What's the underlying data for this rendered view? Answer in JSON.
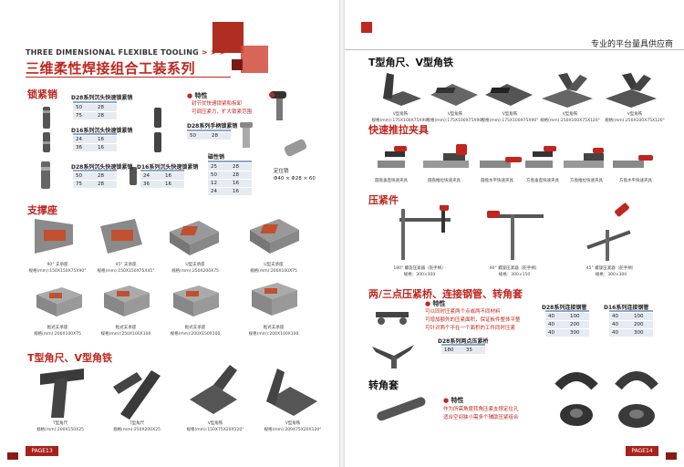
{
  "colors": {
    "accent": "#c0261e",
    "dark_red": "#8a1a14",
    "table_head": "#8fa7c9",
    "table_body": "#e6ebf3"
  },
  "left": {
    "title_en": "THREE DIMENSIONAL FLEXIBLE TOOLING",
    "title_arrows": "> > >",
    "title_cn": "三维柔性焊接组合工装系列",
    "sec_lock": "锁紧销",
    "d28_lock_title": "D28系列沉头快速锁紧销",
    "d28_lock_rows": [
      [
        "50",
        "28"
      ],
      [
        "75",
        "28"
      ]
    ],
    "d16_lock_title": "D16系列沉头快速锁紧销",
    "d16_lock_rows": [
      [
        "24",
        "16"
      ],
      [
        "36",
        "16"
      ]
    ],
    "d28_knob_title": "D28系列沉头快速锁紧销",
    "d28_knob_rows": [
      [
        "50",
        "28"
      ],
      [
        "75",
        "28"
      ]
    ],
    "d16_knob_title": "D16系列沉头快速锁紧销",
    "d16_knob_rows": [
      [
        "24",
        "16"
      ],
      [
        "36",
        "16"
      ]
    ],
    "feat_title": "特性",
    "feat_items": [
      "封节优快速锁紧和拆卸",
      "可调压紧力，扩大锁紧范围"
    ],
    "d28_handle_title": "D28系列手柄锁紧销",
    "d28_handle_rows": [
      [
        "50",
        "28"
      ]
    ],
    "mag_title": "磁性销",
    "mag_rows": [
      [
        "25",
        "28"
      ],
      [
        "50",
        "28"
      ],
      [
        "12",
        "16"
      ],
      [
        "24",
        "16"
      ]
    ],
    "locator_title": "定位销",
    "locator_spec": "Φ40 × Φ28 × 60",
    "sec_support": "支撑座",
    "support_caps": [
      [
        "90° 支承座",
        "规格(mm):150X150X75X90°"
      ],
      [
        "45° 支承座",
        "规格(mm):150X150X75X45°"
      ],
      [
        "U型支承座",
        "规格(mm):250X200X75"
      ],
      [
        "U型支承座",
        "规格(mm):200X100X75"
      ],
      [
        "框式支承座",
        "规格(mm):200X100X75"
      ],
      [
        "框式支承座",
        "规格(mm):250X100X100"
      ],
      [
        "框式支承座",
        "规格(mm):200X150X100"
      ],
      [
        "框式支承座",
        "规格(mm):200X100X100"
      ]
    ],
    "sec_tv": "T型角尺、V型角铁",
    "tv_caps": [
      [
        "T型角尺",
        "规格(mm):200X150X25"
      ],
      [
        "T型角尺",
        "规格(mm):250X200X25"
      ],
      [
        "V型角铁",
        "规格(mm):150X75X20X120°"
      ],
      [
        "V型角铁",
        "规格(mm):200X75X20X120°"
      ]
    ],
    "page": "PAGE13"
  },
  "right": {
    "tagline": "专业的平台量具供应商",
    "sec_tv": "T型角尺、V型角铁",
    "tv_caps": [
      [
        "V型角铁",
        "规格(mm):175X100X75X90°"
      ],
      [
        "V型角铁",
        "规格(mm):175X100X75X90°"
      ],
      [
        "V型角铁",
        "规格(mm):175X100X75X90°"
      ],
      [
        "V型角铁",
        "规格(mm):250X100X75X120°"
      ],
      [
        "V型角铁",
        "规格(mm):250X100X75X120°"
      ]
    ],
    "sec_clamp": "快速推拉夹具",
    "clamp_caps": [
      "圆盘垂直快速夹具",
      "圆盘推拉快速夹具",
      "圆盘水平快速夹具",
      "方盘垂直快速夹具",
      "方盘推拉快速夹具",
      "方盘水平快速夹具"
    ],
    "sec_press": "压紧件",
    "press_caps": [
      [
        "180° 螺旋压紧器（舵手柄）",
        "规格：300×300"
      ],
      [
        "90° 螺旋压紧器（舵手柄）",
        "规格：300×150"
      ],
      [
        "45° 螺旋压紧器（舵手柄）",
        "规格：300×300"
      ]
    ],
    "sec_bridge": "两/三点压紧桥、连接钢管、转角套",
    "bridge_feat_title": "特性",
    "bridge_feat": [
      "可以同时压紧两个点或两不同材料",
      "可增加额外的压紧面积，保证板件整体平整",
      "可针对两个不在一个面积的工件同时压紧"
    ],
    "d28_bridge_title": "D28系列两点压紧桥",
    "d28_bridge_rows": [
      [
        "180",
        "35"
      ]
    ],
    "d28_pipe_title": "D28系列连接钢管",
    "d28_pipe_rows": [
      [
        "40",
        "100"
      ],
      [
        "40",
        "200"
      ],
      [
        "40",
        "300"
      ]
    ],
    "d16_pipe_title": "D16系列连接钢管",
    "d16_pipe_rows": [
      [
        "40",
        "100"
      ],
      [
        "40",
        "200"
      ],
      [
        "40",
        "300"
      ]
    ],
    "sec_corner": "转角套",
    "corner_feat_title": "特性",
    "corner_feat": [
      "作为所需角度转角压紧支撑定位孔",
      "适合空间狭小需多个辅助压紧组合"
    ],
    "page": "PAGE14"
  }
}
